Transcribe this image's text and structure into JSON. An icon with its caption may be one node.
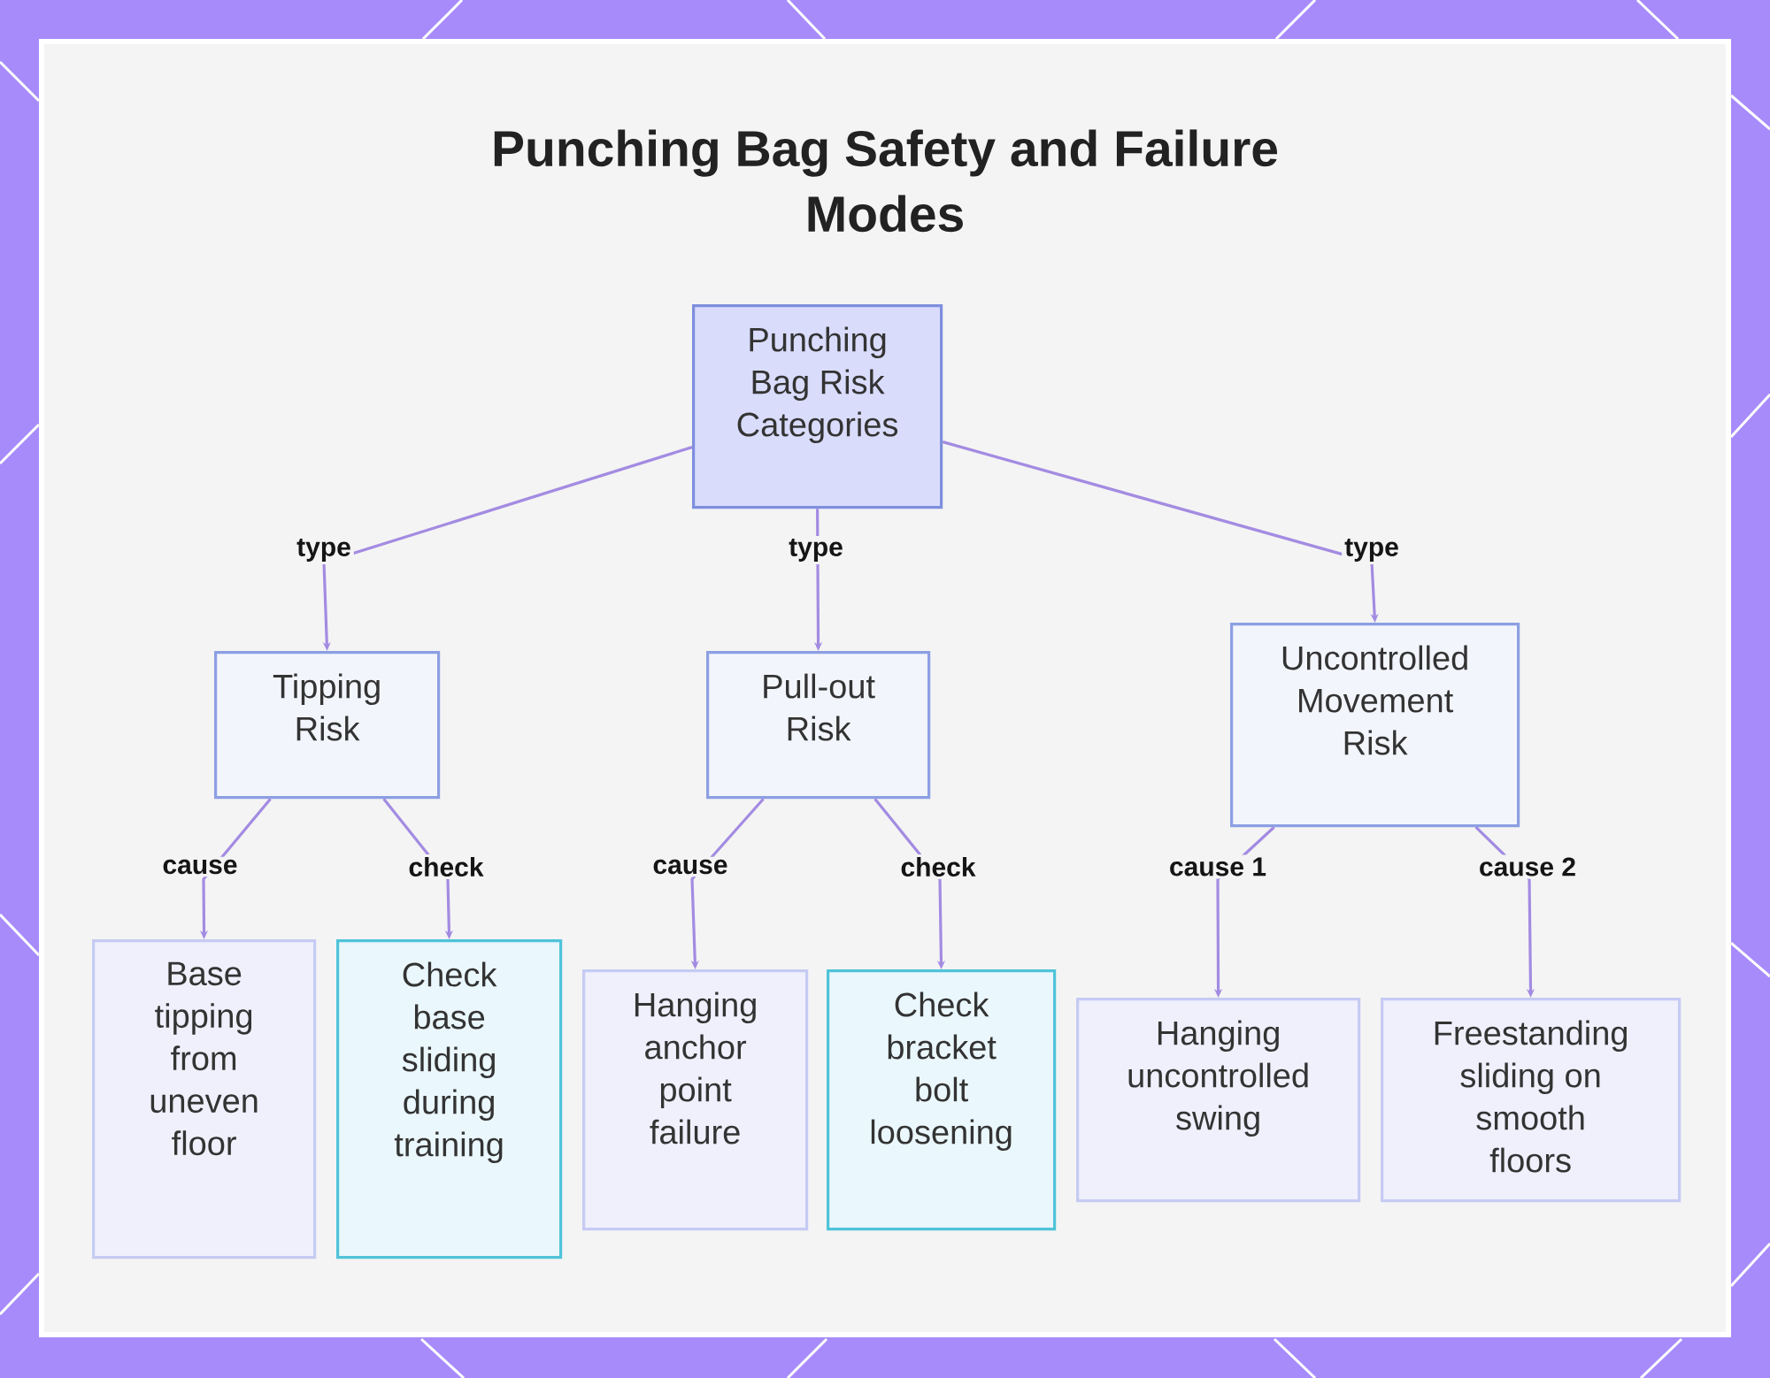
{
  "diagram": {
    "title": "Punching Bag Safety and Failure Modes",
    "nodes": [
      {
        "text": [
          "Punching Bag Risk Categories"
        ]
      },
      {
        "text": [
          "Tipping Risk"
        ]
      },
      {
        "text": [
          "Pull-out Risk"
        ]
      },
      {
        "text": [
          "Uncontrolled Movement Risk"
        ]
      },
      {
        "text": [
          "Base tipping from uneven floor"
        ]
      },
      {
        "text": [
          "Check base sliding during training"
        ]
      },
      {
        "text": [
          "Hanging anchor point failure"
        ]
      },
      {
        "text": [
          "Check bracket bolt loosening"
        ]
      },
      {
        "text": [
          "Hanging uncontrolled swing"
        ]
      },
      {
        "text": [
          "Freestanding sliding on smooth floors"
        ]
      }
    ],
    "edges": [
      {
        "from": 0,
        "to": 1,
        "arrow": "to",
        "label": "type"
      },
      {
        "from": 0,
        "to": 2,
        "arrow": "to",
        "label": "type"
      },
      {
        "from": 0,
        "to": 3,
        "arrow": "to",
        "label": "type"
      },
      {
        "from": 1,
        "to": 4,
        "arrow": "to",
        "label": "cause"
      },
      {
        "from": 1,
        "to": 5,
        "arrow": "to",
        "label": "check"
      },
      {
        "from": 2,
        "to": 6,
        "arrow": "to",
        "label": "cause"
      },
      {
        "from": 2,
        "to": 7,
        "arrow": "to",
        "label": "check"
      },
      {
        "from": 3,
        "to": 8,
        "arrow": "to",
        "label": "cause 1"
      },
      {
        "from": 3,
        "to": 9,
        "arrow": "to",
        "label": "cause 2"
      }
    ]
  }
}
